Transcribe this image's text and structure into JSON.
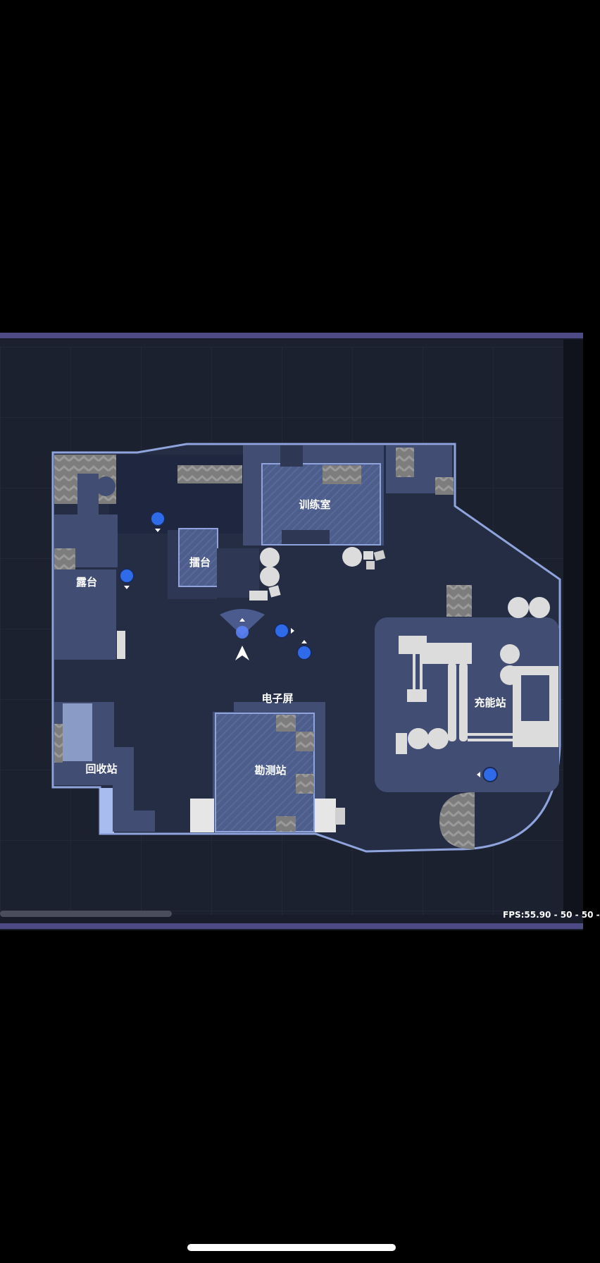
{
  "hud": {
    "fps_text": "FPS:55.90 - 50 - 50 -"
  },
  "map": {
    "rooms": {
      "training_room": "训练室",
      "arena": "擂台",
      "terrace": "露台",
      "e_screen": "电子屏",
      "recycle_station": "回收站",
      "survey_station": "勘测站",
      "charging_station": "充能站"
    },
    "player_icon": "player-arrow-icon",
    "marker_icon": "blue-marker-icon",
    "colors": {
      "background": "#191d2b",
      "floor": "#252d45",
      "outline": "#8fa4dc",
      "room_fill": "#4c5d90",
      "obstacle": "#dcdcdc",
      "marker": "#2f6ae8",
      "border": "#4d4a86"
    }
  }
}
